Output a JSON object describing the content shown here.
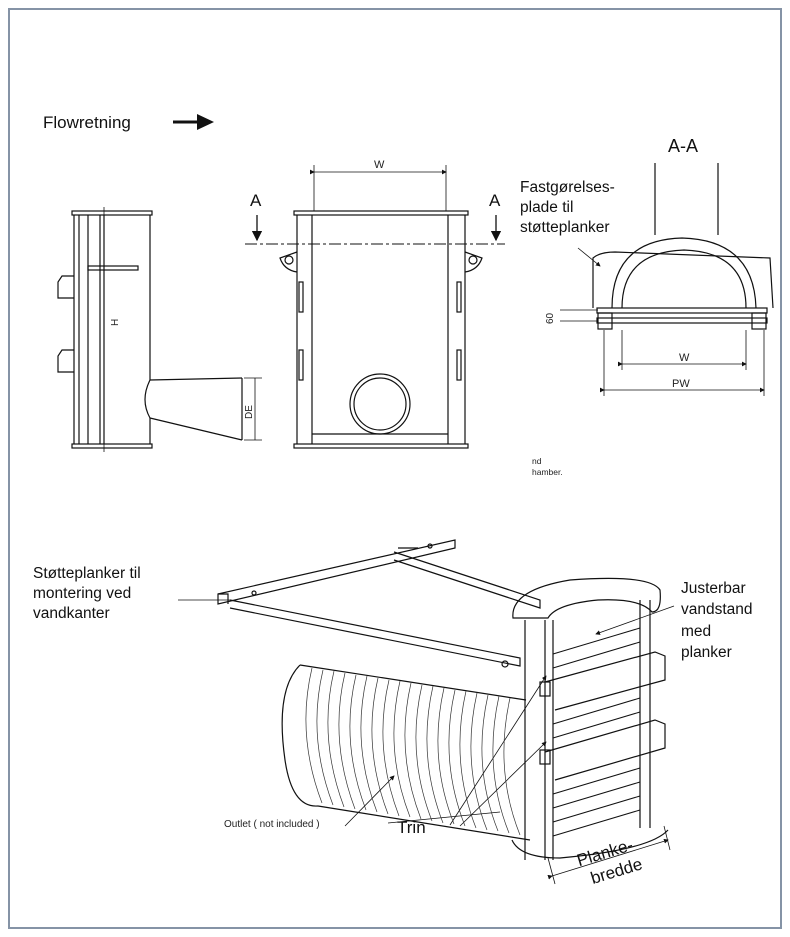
{
  "flow_label": "Flowretning",
  "section_marker": "A",
  "section_title": "A-A",
  "side_view": {
    "height_label": "H",
    "diameter_label": "DE"
  },
  "front_view": {
    "width_label": "W"
  },
  "section_view": {
    "callout_lines": [
      "Fastgørelses-",
      "plade til",
      "støtteplanker"
    ],
    "dim_60": "60",
    "width_label": "W",
    "plate_width_label": "PW"
  },
  "cut_note_lines": [
    "nd",
    "hamber."
  ],
  "iso_view": {
    "support_callout_lines": [
      "Støtteplanker til",
      "montering ved",
      "vandkanter"
    ],
    "level_callout_lines": [
      "Justerbar",
      "vandstand",
      "med",
      "planker"
    ],
    "outlet_label": "Outlet ( not included )",
    "steps_label": "Trin",
    "plank_width_lines": [
      "Planke-",
      "bredde"
    ]
  },
  "colors": {
    "frame_border": "#8593a6",
    "line": "#111111"
  }
}
